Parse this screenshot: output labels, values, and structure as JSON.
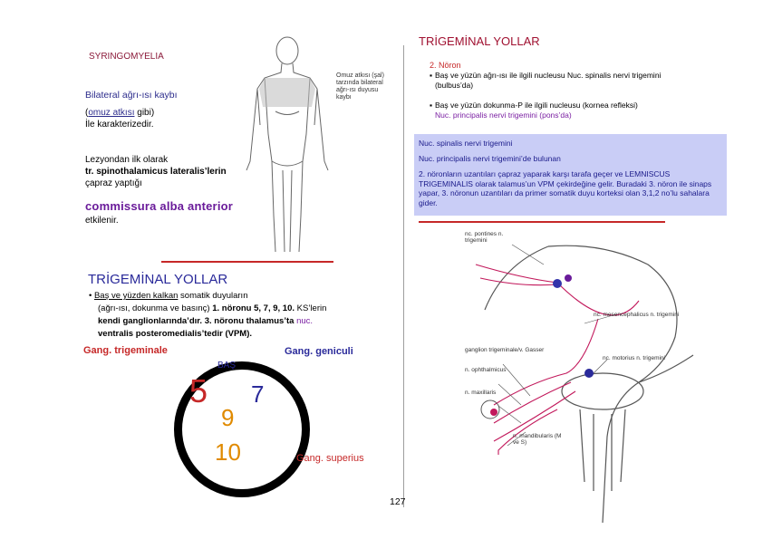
{
  "left": {
    "syringomyelia_title": "SYRINGOMYELIA",
    "bilateral_loss": "Bilateral ağrı-ısı kaybı",
    "shoulder_part": "omuz atkısı",
    "shoulder_rest": " gibi)",
    "shoulder_open": "(",
    "characterized": "İle karakterizedir.",
    "lesion_line1": "Lezyondan ilk olarak",
    "lesion_line2": "tr. spinothalamicus lateralis’lerin",
    "lesion_line3": "çapraz yaptığı",
    "commissura": "commissura alba anterior",
    "affected": "etkilenir.",
    "figure_caption": "Omuz atkısı (şal) tarzında bilateral ağrı-ısı duyusu kaybı"
  },
  "right": {
    "title": "TRİGEMİNAL YOLLAR",
    "neuron2": "2. Nöron",
    "bullet1_line1": "Baş ve yüzün ağrı-ısı ile ilgili nucleusu Nuc. spinalis nervi trigemini",
    "bullet1_line2": "(bulbus’da)",
    "bullet2_line1": "Baş ve yüzün dokunma-P ile ilgili nucleusu (kornea refleksi)",
    "bullet2_line2": "Nuc. principalis nervi trigemini (pons’da)",
    "box_line1": "Nuc. spinalis nervi trigemini",
    "box_line2": "Nuc. principalis nervi trigemini’de bulunan",
    "box_line3": "2. nöronların uzantıları çapraz yaparak karşı tarafa geçer ve LEMNISCUS TRIGEMINALIS olarak talamus’un VPM çekirdeğine gelir. Buradaki 3. nöron ile sinaps yapar, 3. nöronun uzantıları da primer somatik duyu korteksi olan 3,1,2 no’lu sahalara gider."
  },
  "lower_left": {
    "title": "TRİGEMİNAL YOLLAR",
    "bullet_prefix": "Baş ve yüzden kalkan",
    "bullet_line1_rest": " somatik duyuların",
    "bullet_line2_a": "(ağrı-ısı, dokunma ve basınç) ",
    "bullet_line2_b": "1. nöronu 5, 7, 9, 10.",
    "bullet_line2_c": " KS’lerin",
    "bullet_line3_a": "kendi ganglionlarında’dır.",
    "bullet_line3_b": " 3. nöronu thalamus’ta",
    "bullet_line3_c": " nuc.",
    "bullet_line4_a": "ventralis posteromedialis",
    "bullet_line4_b": "’tedir (VPM).",
    "gang_trigeminale": "Gang. trigeminale",
    "gang_geniculi": "Gang. geniculi",
    "bas": "BAŞ",
    "gang_superius": "Gang. superius",
    "n5": "5",
    "n7": "7",
    "n9": "9",
    "n10": "10"
  },
  "diagram": {
    "label_pontine": "nc. pontines n. trigemini",
    "label_mesenc": "nc. mesencephalicus n. trigemini",
    "label_ganglion": "ganglion trigeminale/v. Gasser",
    "label_ophth": "n. ophthalmicus",
    "label_motor": "nc. motorius n. trigemini",
    "label_maxill": "n. maxillaris",
    "label_mandib": "n. mandibularis (M ve S)"
  },
  "page_number": "127"
}
